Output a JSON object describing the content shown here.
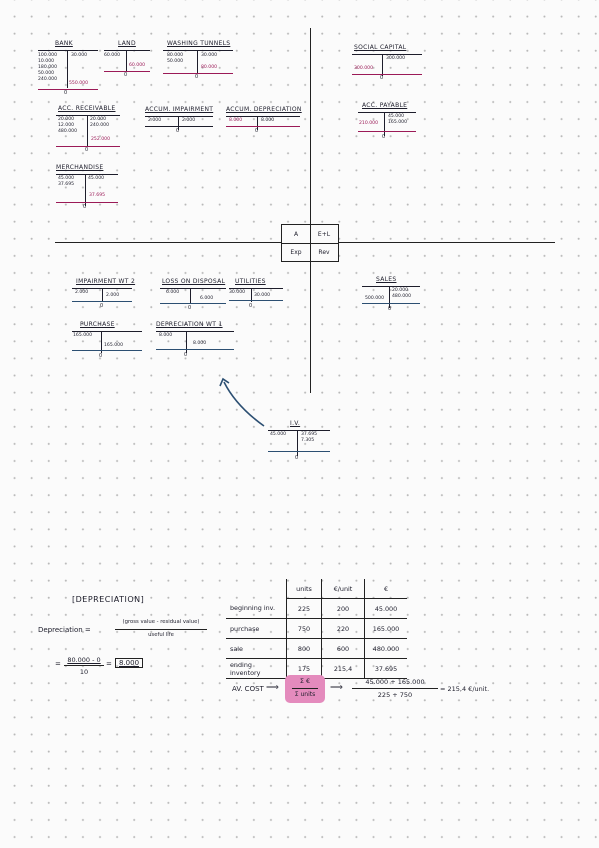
{
  "axes_box": {
    "top_left": "A",
    "top_right": "E+L",
    "bottom_left": "Exp",
    "bottom_right": "Rev"
  },
  "accounts": {
    "bank": {
      "title": "BANK",
      "debit": [
        "100.000",
        "10.000",
        "180.000",
        "50.000",
        "240.000"
      ],
      "credit": [
        "30.000"
      ],
      "total": "550.000",
      "balance": "0"
    },
    "land": {
      "title": "LAND",
      "debit": [
        "60.000"
      ],
      "credit": [],
      "total": "60.000",
      "balance": "0"
    },
    "washing_tunnels": {
      "title": "WASHING TUNNELS",
      "debit": [
        "80.000",
        "50.000"
      ],
      "credit": [
        "30.000"
      ],
      "total": "80.000",
      "balance": "0"
    },
    "social_capital": {
      "title": "SOCIAL CAPITAL",
      "debit": [],
      "credit": [
        "300.000"
      ],
      "total": "300.000",
      "balance": "0"
    },
    "acc_receivable": {
      "title": "ACC. RECEIVABLE",
      "debit": [
        "20.000",
        "12.000",
        "480.000"
      ],
      "credit": [
        "20.000",
        "240.000"
      ],
      "total": "252.000",
      "balance": "0"
    },
    "accum_impairment": {
      "title": "ACCUM. IMPAIRMENT",
      "debit": [
        "2.000"
      ],
      "credit": [
        "2.000"
      ],
      "total": "",
      "balance": "0"
    },
    "accum_depreciation": {
      "title": "ACCUM. DEPRECIATION",
      "debit": [
        "8.000"
      ],
      "credit": [
        "8.000"
      ],
      "total": "",
      "balance": "0"
    },
    "acc_payable": {
      "title": "ACC. PAYABLE",
      "debit": [
        "210.000"
      ],
      "credit": [
        "45.000",
        "165.000"
      ],
      "total": "",
      "balance": "0"
    },
    "merchandise": {
      "title": "MERCHANDISE",
      "debit": [
        "45.000",
        "37.695"
      ],
      "credit": [
        "45.000"
      ],
      "total": "37.695",
      "balance": "0"
    },
    "impairment_wt2": {
      "title": "IMPAIRMENT WT 2",
      "debit": [
        "2.000"
      ],
      "credit": [
        "2.000"
      ],
      "total": "",
      "balance": "0"
    },
    "loss_on_disposal": {
      "title": "LOSS ON DISPOSAL",
      "debit": [
        "6.000"
      ],
      "credit": [
        "6.000"
      ],
      "total": "",
      "balance": "0"
    },
    "utilities": {
      "title": "UTILITIES",
      "debit": [
        "30.000"
      ],
      "credit": [
        "30.000"
      ],
      "total": "",
      "balance": "0"
    },
    "sales": {
      "title": "SALES",
      "debit": [
        "500.000"
      ],
      "credit": [
        "20.000",
        "480.000"
      ],
      "total": "",
      "balance": "0"
    },
    "purchase": {
      "title": "PURCHASE",
      "debit": [
        "165.000"
      ],
      "credit": [
        "165.000"
      ],
      "total": "",
      "balance": "0"
    },
    "depreciation_wt1": {
      "title": "DEPRECIATION WT 1",
      "debit": [
        "8.000"
      ],
      "credit": [
        "8.000"
      ],
      "total": "",
      "balance": "0"
    },
    "iv": {
      "title": "I.V.",
      "debit": [
        "45.000"
      ],
      "credit": [
        "37.695",
        "7.305"
      ],
      "total": "",
      "balance": "0"
    }
  },
  "depreciation_note": {
    "heading": "[DEPRECIATION]",
    "formula_label": "Depreciation =",
    "formula_numerator": "(gross value - residual value)",
    "formula_denominator": "useful life",
    "calc_numerator": "80.000 - 0",
    "calc_denominator": "10",
    "calc_result": "8.000"
  },
  "cost_table": {
    "headers": [
      "",
      "units",
      "€/unit",
      "€"
    ],
    "rows": [
      [
        "beginning inv.",
        "225",
        "200",
        "45.000"
      ],
      [
        "purchase",
        "750",
        "220",
        "165.000"
      ],
      [
        "sale",
        "800",
        "600",
        "480.000"
      ],
      [
        "ending inventory",
        "175",
        "215,4",
        "37.695"
      ]
    ]
  },
  "avg_cost": {
    "label": "AV. COST",
    "arrow1": "⟹",
    "highlight_num": "Σ €",
    "highlight_den": "Σ units",
    "arrow2": "⟹",
    "numerator": "45.000 + 165.000",
    "denominator": "225 + 750",
    "result": "= 215,4 €/unit."
  },
  "colors": {
    "ink": "#1d1d2b",
    "magenta": "#9b1a57",
    "blue": "#2c4f72",
    "highlight": "#e48bbd"
  }
}
